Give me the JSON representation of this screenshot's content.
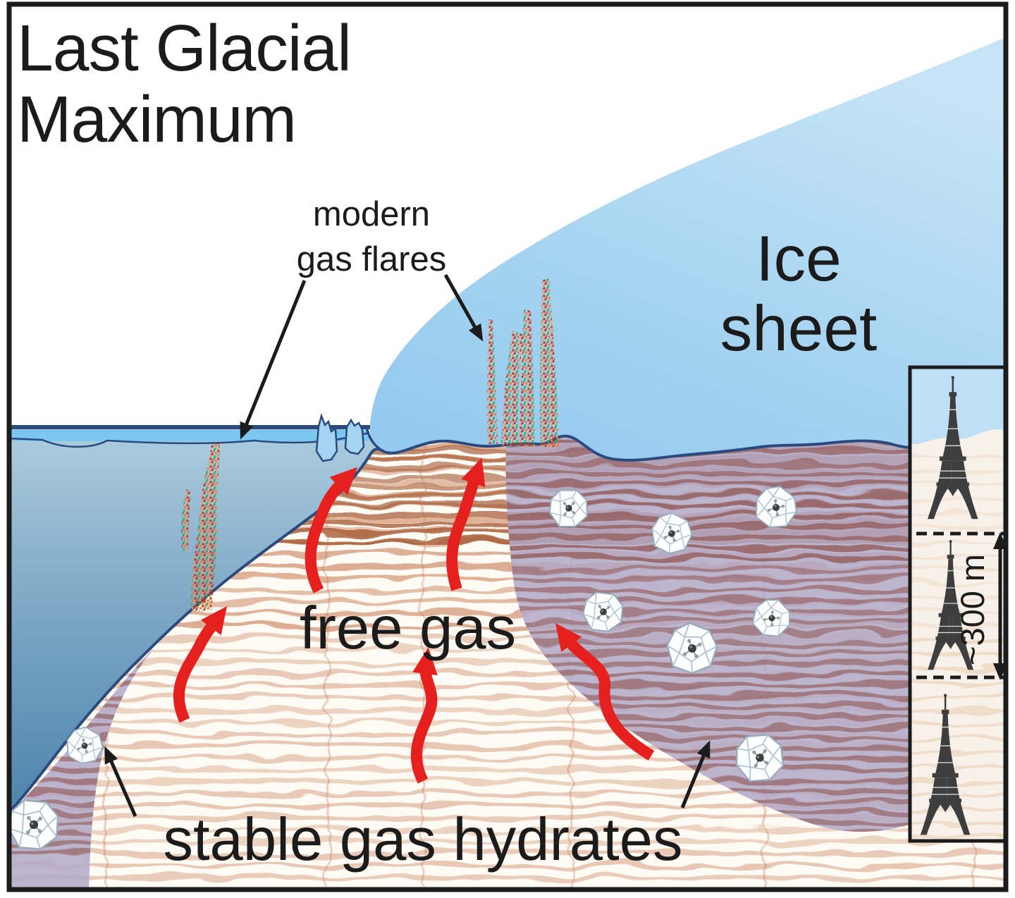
{
  "title": {
    "line1": "Last Glacial",
    "line2": "Maximum"
  },
  "annotations": {
    "gas_flares": {
      "line1": "modern",
      "line2": "gas flares"
    },
    "ice_sheet": {
      "line1": "Ice",
      "line2": "sheet"
    },
    "free_gas": "free gas",
    "stable_gas_hydrates": "stable gas hydrates"
  },
  "scale_inset": {
    "label": "~300 m",
    "reference_object": "Eiffel Tower",
    "tower_count": 3
  },
  "counts": {
    "hydrate_cages": 9,
    "gas_flare_plumes": 5,
    "red_gas_arrows": 5,
    "icebergs": 2
  },
  "colors": {
    "ink": "#1b1b1b",
    "ice": "#a9d6f2",
    "ocean_top": "#aecde0",
    "ocean_deep": "#4e84ac",
    "water_surface": "#7cc7f0",
    "outline_navy": "#2b4a7d",
    "sediment": "#fefaf4",
    "seismic_stripe": "#bf6a3c",
    "hydrate_zone": "#b2a8c7",
    "hydrate_zone_stripe": "#8a4a42",
    "gas_arrow_red": "#e6201f"
  }
}
